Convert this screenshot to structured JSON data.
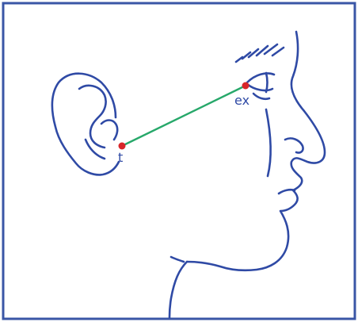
{
  "diagram": {
    "points": [
      {
        "id": "tragion",
        "label": "t"
      },
      {
        "id": "exocanthion",
        "label": "ex"
      }
    ],
    "colors": {
      "border": "#3a56a6",
      "outline": "#2f4aa5",
      "connector": "#27a86a",
      "landmark": "#d8262a",
      "label": "#2f4aa5"
    }
  }
}
